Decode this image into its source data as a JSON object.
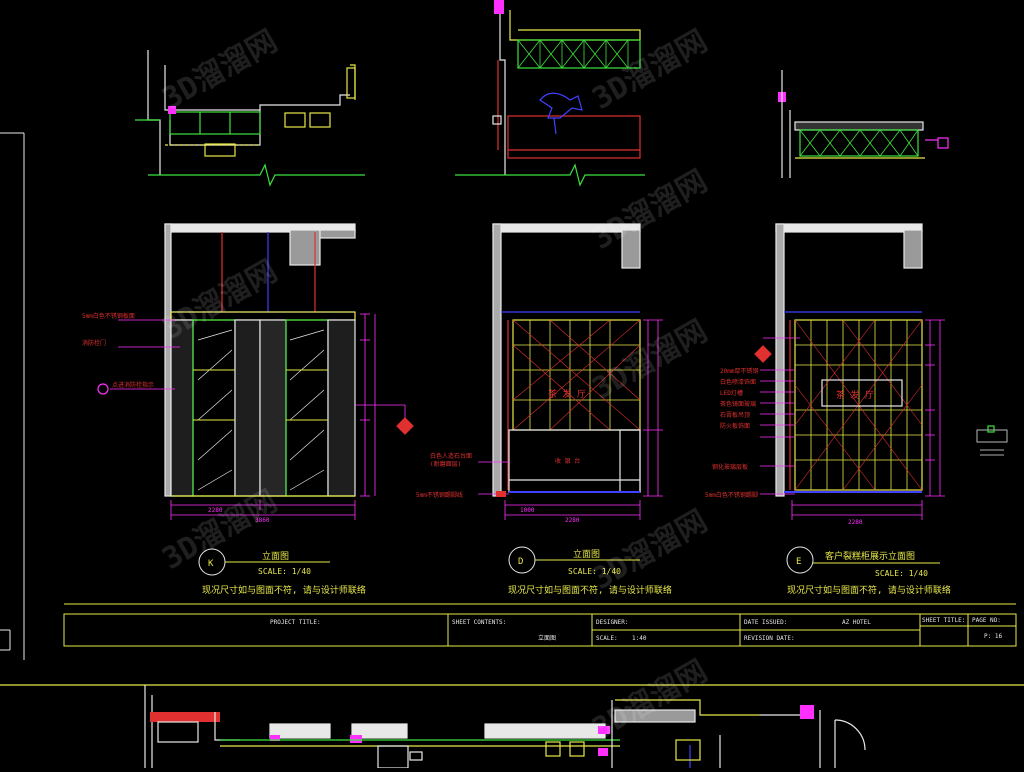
{
  "colors": {
    "background": "#000000",
    "white": "#e8e8e8",
    "yellow": "#e8e84a",
    "green": "#3ce23c",
    "red": "#e03030",
    "magenta": "#ff30ff",
    "cyan": "#30d8e8",
    "blue": "#4040ff",
    "gray": "#9a9a9a"
  },
  "elevations": [
    {
      "id": "K",
      "title": "立面图",
      "scale": "SCALE: 1/40",
      "note": "现况尺寸如与图面不符, 请与设计师联络",
      "dims_bottom": [
        "2280",
        "3860"
      ],
      "callouts": [
        "5mm白色不锈钢板面",
        "消防栓门",
        "点进消防栓指示"
      ]
    },
    {
      "id": "D",
      "title": "立面图",
      "scale": "SCALE: 1/40",
      "note": "现况尺寸如与图面不符, 请与设计师联络",
      "dims_bottom": [
        "1000",
        "2280"
      ],
      "sign_text": "茶 发 厅",
      "counter_text": "收 银 台",
      "callouts": [
        "白色人造石台面",
        "(耐磨面层)",
        "5mm不锈钢踢脚线"
      ]
    },
    {
      "id": "E",
      "title": "客户裂糕柜展示立面图",
      "scale": "SCALE: 1/40",
      "note": "现况尺寸如与图面不符, 请与设计师联络",
      "dims_bottom": [
        "2280"
      ],
      "sign_text": "茶 发 厅",
      "callouts": [
        "20mm厚不锈钢",
        "白色喷漆饰面",
        "LED灯槽",
        "茶色镜面玻璃",
        "石膏板吊顶",
        "防火板饰面",
        "钢化玻璃层板",
        "5mm白色不锈钢踢脚"
      ]
    }
  ],
  "title_block": {
    "project_title_label": "PROJECT TITLE:",
    "sheet_contents_label": "SHEET CONTENTS:",
    "sheet_contents_value": "立面图",
    "designer_label": "DESIGNER:",
    "scale_label": "SCALE:",
    "scale_value": "1:40",
    "date_label": "DATE ISSUED:",
    "revision_label": "REVISION DATE:",
    "hotel_label": "AZ HOTEL",
    "sheet_title_label": "SHEET TITLE:",
    "page_no_label": "PAGE NO:",
    "page_no_value": "P: 16"
  },
  "watermark": "3D溜溜网"
}
